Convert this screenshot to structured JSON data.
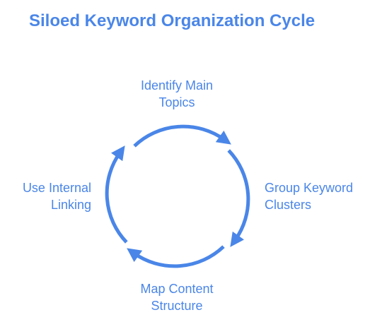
{
  "title": "Siloed Keyword Organization Cycle",
  "colors": {
    "accent": "#4a86e8",
    "background": "#ffffff"
  },
  "stages": [
    {
      "id": "top",
      "lines": [
        "Identify Main",
        "Topics"
      ]
    },
    {
      "id": "right",
      "lines": [
        "Group Keyword",
        "Clusters"
      ]
    },
    {
      "id": "bottom",
      "lines": [
        "Map Content",
        "Structure"
      ]
    },
    {
      "id": "left",
      "lines": [
        "Use Internal",
        "Linking"
      ]
    }
  ],
  "cycle_direction": "clockwise"
}
